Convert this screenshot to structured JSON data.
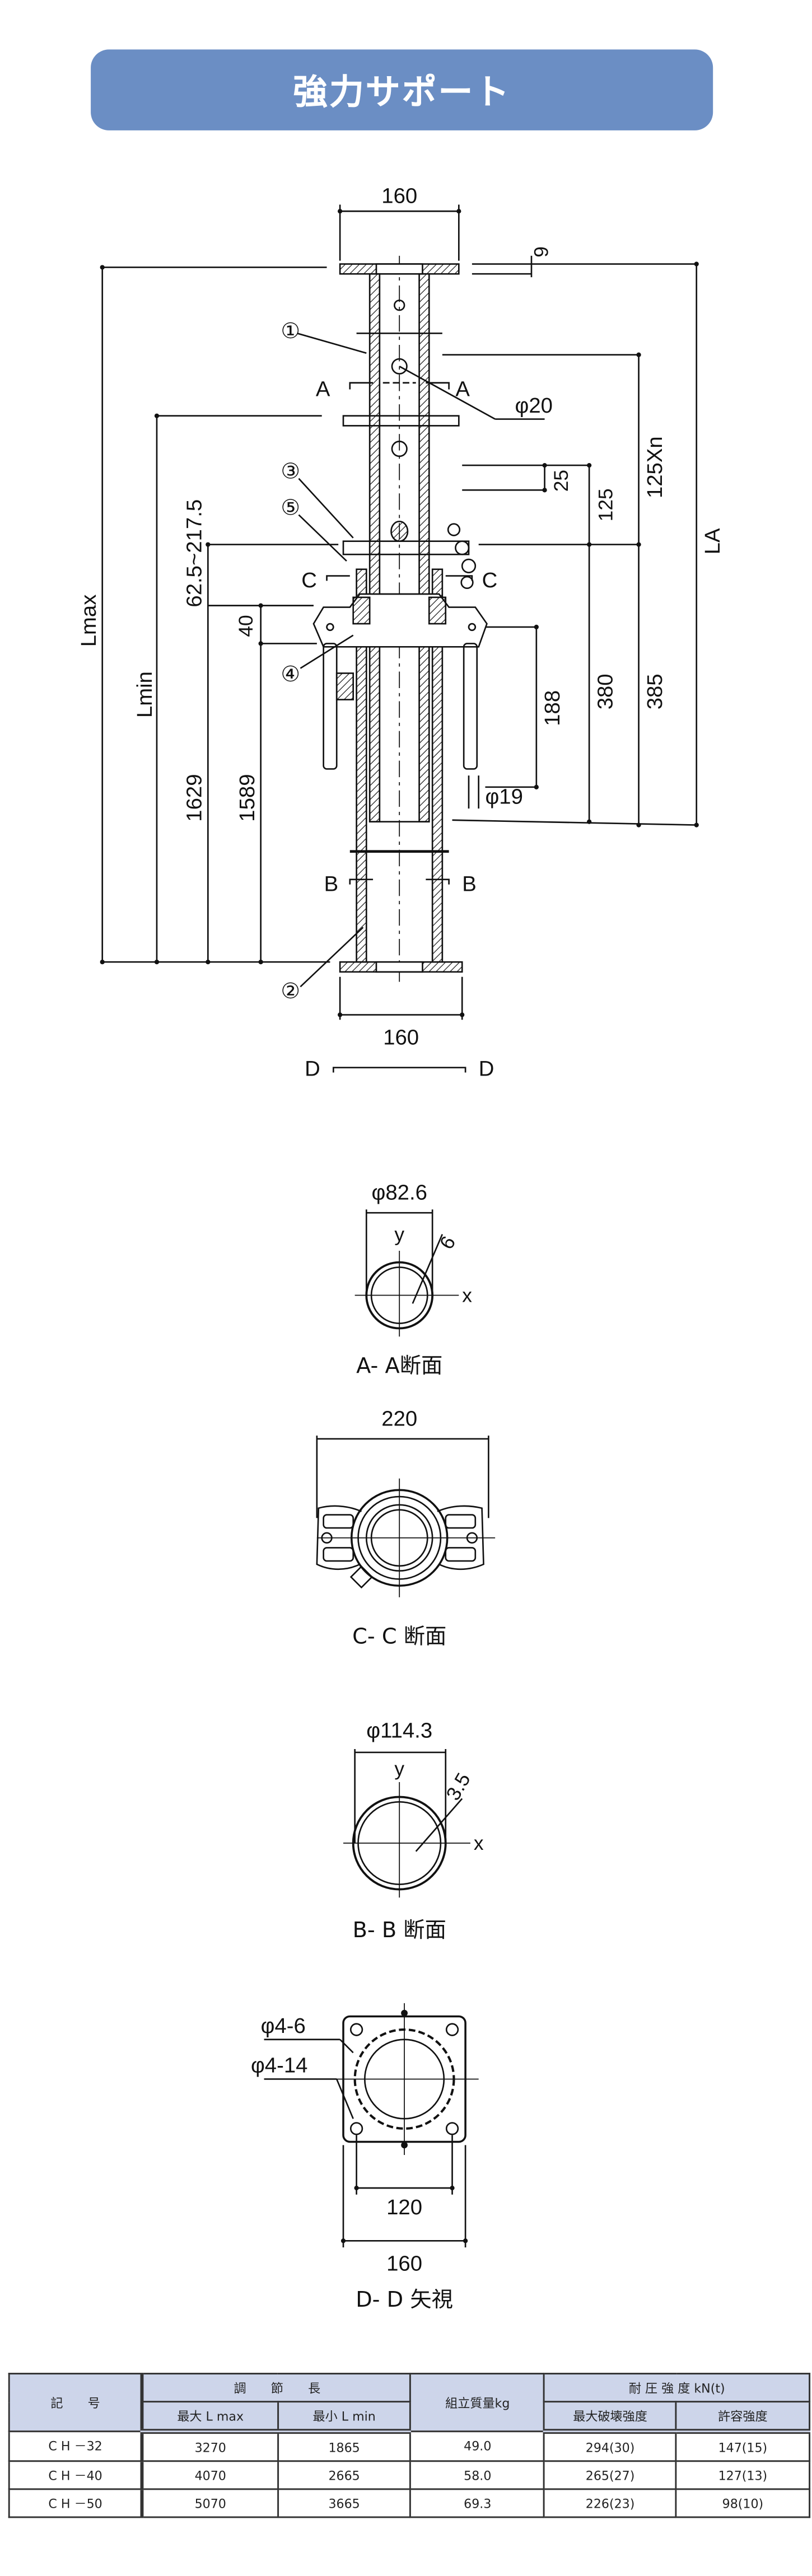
{
  "title": "強力サポート",
  "main_view": {
    "dims": {
      "top_width": "160",
      "flange_thickness": "9",
      "lmax": "Lmax",
      "lmin": "Lmin",
      "adjust_range": "62.5~217.5",
      "d40": "40",
      "d1629": "1629",
      "d1589": "1589",
      "phi20": "φ20",
      "d25": "25",
      "d125": "125",
      "d125xn": "125Xn",
      "la": "LA",
      "d380": "380",
      "d385": "385",
      "d188": "188",
      "phi19": "φ19",
      "bottom_width": "160"
    },
    "section_marks": {
      "a": "A",
      "b": "B",
      "c": "C",
      "d": "D"
    },
    "parts": [
      "①",
      "②",
      "③",
      "④",
      "⑤"
    ]
  },
  "section_aa": {
    "diameter": "φ82.6",
    "thickness": "6",
    "y": "y",
    "x": "x",
    "caption": "A- A断面"
  },
  "section_cc": {
    "width": "220",
    "caption": "C- C 断面"
  },
  "section_bb": {
    "diameter": "φ114.3",
    "thickness": "3.5",
    "y": "y",
    "x": "x",
    "caption": "B- B 断面"
  },
  "view_dd": {
    "hole_small": "φ4-6",
    "hole_large": "φ4-14",
    "pitch": "120",
    "width": "160",
    "caption": "D- D 矢視"
  },
  "table": {
    "headers": {
      "code": "記　　号",
      "adjust_length": "調　　節　　長",
      "max_length": "最大 L max",
      "min_length": "最小 L min",
      "mass": "組立質量kg",
      "strength": "耐 圧 強 度 kN(t)",
      "max_break": "最大破壊強度",
      "allowable": "許容強度"
    },
    "rows": [
      {
        "code": "C H －32",
        "lmax": "3270",
        "lmin": "1865",
        "mass": "49.0",
        "break": "294(30)",
        "allow": "147(15)"
      },
      {
        "code": "C H －40",
        "lmax": "4070",
        "lmin": "2665",
        "mass": "58.0",
        "break": "265(27)",
        "allow": "127(13)"
      },
      {
        "code": "C H －50",
        "lmax": "5070",
        "lmin": "3665",
        "mass": "69.3",
        "break": "226(23)",
        "allow": "98(10)"
      }
    ]
  }
}
